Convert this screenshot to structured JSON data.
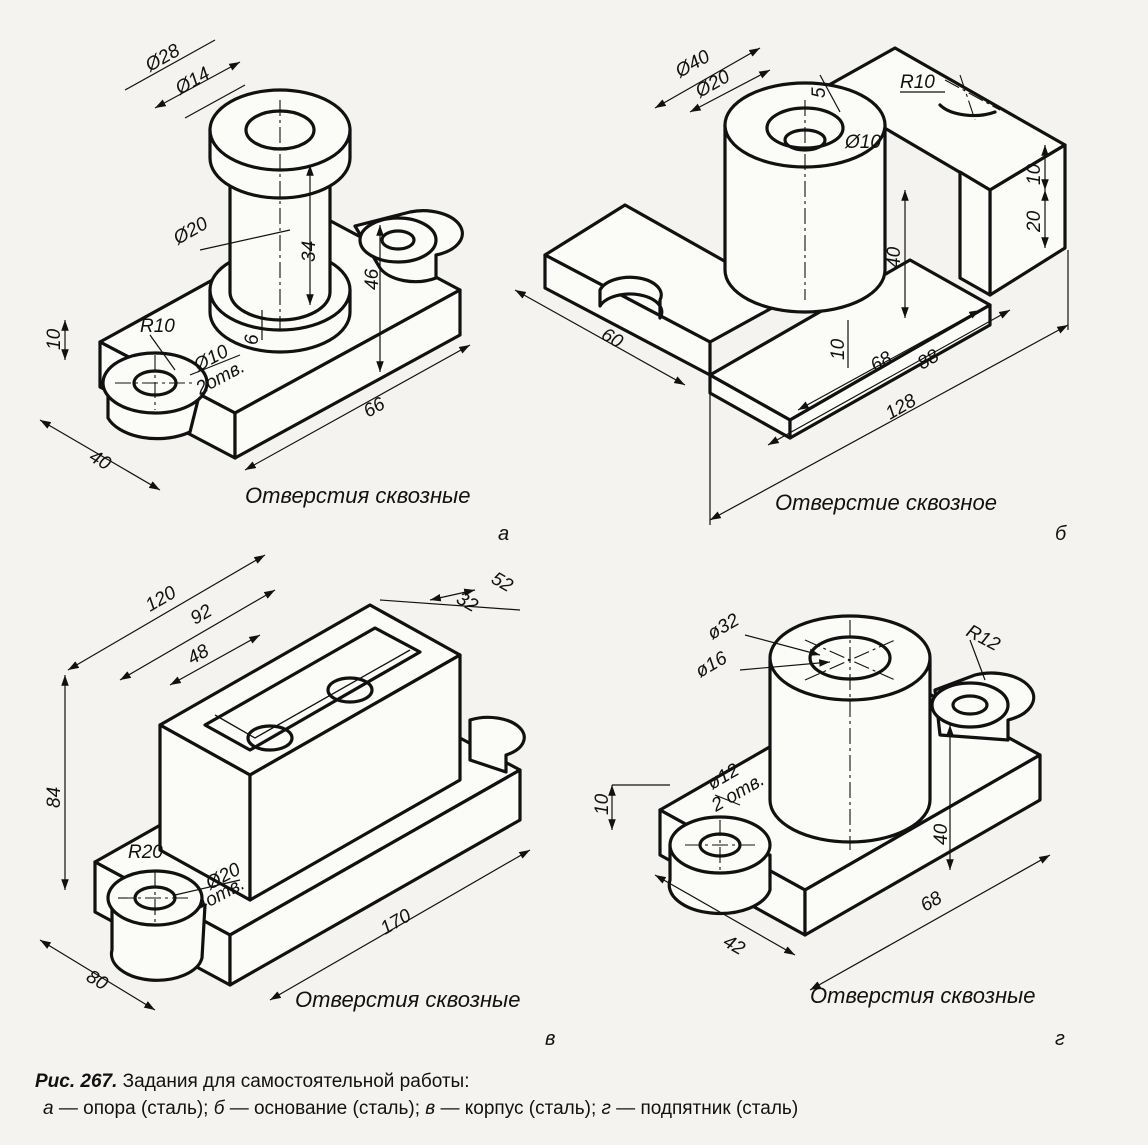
{
  "figure": {
    "a": {
      "letter": "а",
      "note": "Отверстия сквозные",
      "dims": [
        "Ø28",
        "Ø14",
        "Ø20",
        "34",
        "46",
        "R10",
        "10",
        "6",
        "Ø10",
        "2отв.",
        "66",
        "40"
      ]
    },
    "b": {
      "letter": "б",
      "note": "Отверстие сквозное",
      "dims": [
        "Ø40",
        "Ø20",
        "5",
        "Ø10",
        "R10",
        "10",
        "20",
        "40",
        "10",
        "60",
        "68",
        "88",
        "128"
      ]
    },
    "v": {
      "letter": "в",
      "note": "Отверстия сквозные",
      "dims": [
        "120",
        "92",
        "52",
        "32",
        "48",
        "84",
        "R20",
        "Ø20",
        "4отв.",
        "170",
        "80"
      ]
    },
    "g": {
      "letter": "г",
      "note": "Отверстия сквозные",
      "dims": [
        "ø32",
        "ø16",
        "R12",
        "ø12",
        "2 отв.",
        "10",
        "40",
        "68",
        "42"
      ]
    }
  },
  "caption": {
    "label": "Рис. 267.",
    "title": " Задания для самостоятельной работы:",
    "items": [
      {
        "letter": "а",
        "text": " — опора (сталь); "
      },
      {
        "letter": "б",
        "text": " — основание (сталь); "
      },
      {
        "letter": "в",
        "text": " — корпус (сталь); "
      },
      {
        "letter": "г",
        "text": " — подпятник (сталь)"
      }
    ]
  }
}
